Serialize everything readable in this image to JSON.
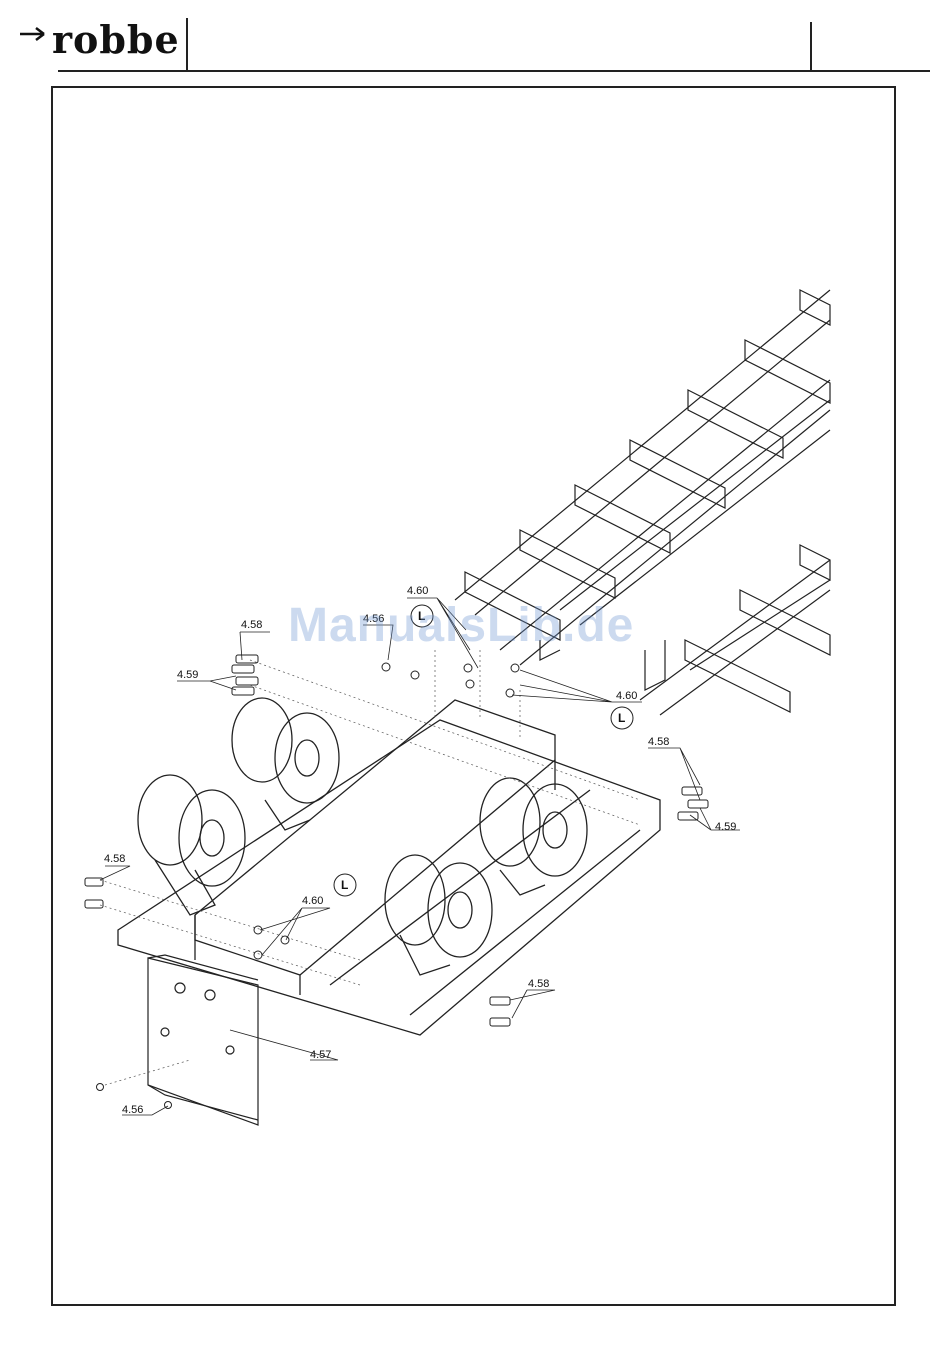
{
  "header": {
    "brand": "robbe"
  },
  "watermark": "ManualsLib.de",
  "callouts": {
    "c_458_a": "4.58",
    "c_459_a": "4.59",
    "c_456_a": "4.56",
    "c_460_a": "4.60",
    "c_460_b": "4.60",
    "c_458_b": "4.58",
    "c_459_b": "4.59",
    "c_458_c": "4.58",
    "c_460_c": "4.60",
    "c_458_d": "4.58",
    "c_457": "4.57",
    "c_456_b": "4.56",
    "loctite_a": "L",
    "loctite_b": "L",
    "loctite_c": "L"
  },
  "colors": {
    "ink": "#111111",
    "watermark": "#6e96d2"
  }
}
